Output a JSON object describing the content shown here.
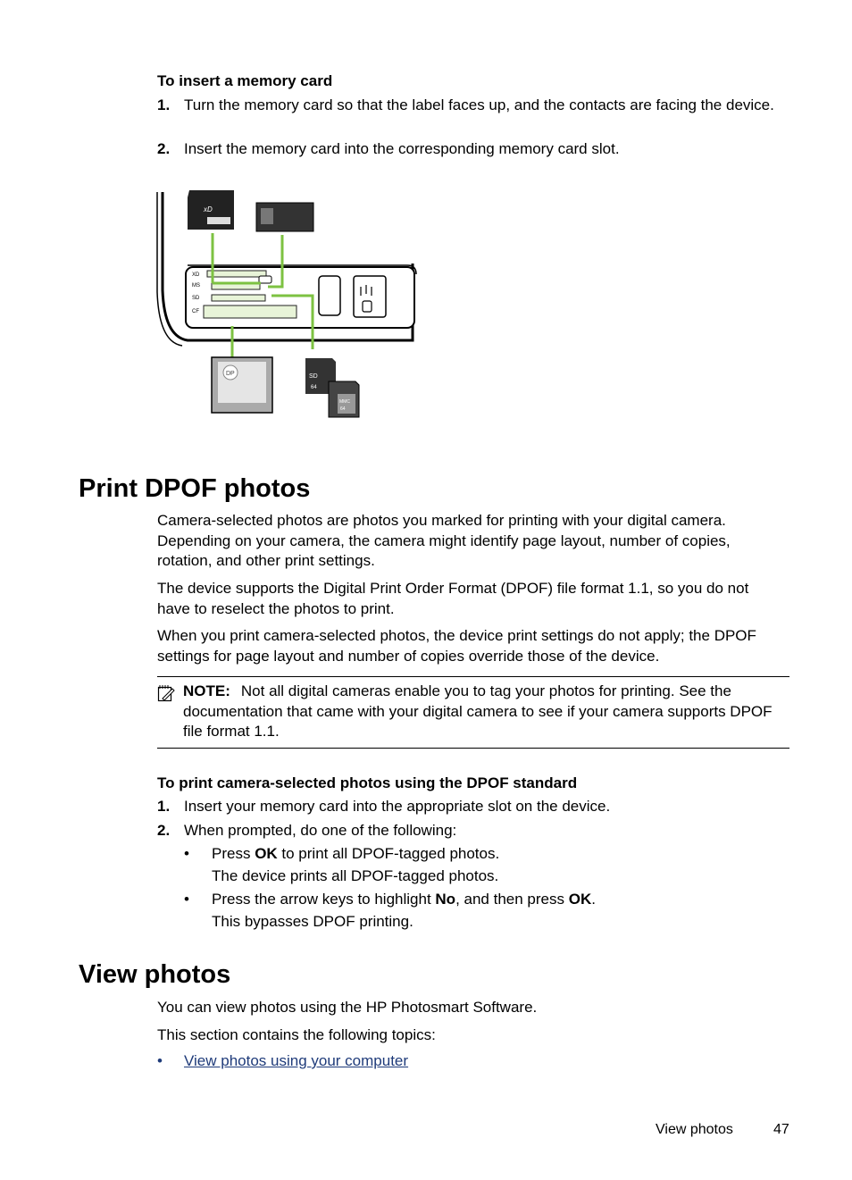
{
  "insert": {
    "title": "To insert a memory card",
    "steps": [
      {
        "num": "1.",
        "text": "Turn the memory card so that the label faces up, and the contacts are facing the device."
      },
      {
        "num": "2.",
        "text": "Insert the memory card into the corresponding memory card slot."
      }
    ]
  },
  "figure": {
    "slot_labels": [
      "XD",
      "MS",
      "SD",
      "CF"
    ],
    "card_labels": [
      "xD",
      "DP",
      "SD",
      "64",
      "MMC",
      "64"
    ],
    "accent_color": "#7dc242"
  },
  "dpof": {
    "heading": "Print DPOF photos",
    "paragraphs": [
      "Camera-selected photos are photos you marked for printing with your digital camera. Depending on your camera, the camera might identify page layout, number of copies, rotation, and other print settings.",
      "The device supports the Digital Print Order Format (DPOF) file format 1.1, so you do not have to reselect the photos to print.",
      "When you print camera-selected photos, the device print settings do not apply; the DPOF settings for page layout and number of copies override those of the device."
    ],
    "note": {
      "label": "NOTE:",
      "text": "Not all digital cameras enable you to tag your photos for printing. See the documentation that came with your digital camera to see if your camera supports DPOF file format 1.1."
    },
    "procedure": {
      "title": "To print camera-selected photos using the DPOF standard",
      "step1_num": "1.",
      "step1": "Insert your memory card into the appropriate slot on the device.",
      "step2_num": "2.",
      "step2": "When prompted, do one of the following:",
      "bullet": "•",
      "option1": {
        "pre": "Press ",
        "bold": "OK",
        "post": " to print all DPOF-tagged photos.",
        "result": "The device prints all DPOF-tagged photos."
      },
      "option2": {
        "pre": "Press the arrow keys to highlight ",
        "bold1": "No",
        "mid": ", and then press ",
        "bold2": "OK",
        "post": ".",
        "result": "This bypasses DPOF printing."
      }
    }
  },
  "view": {
    "heading": "View photos",
    "p1": "You can view photos using the HP Photosmart Software.",
    "p2": "This section contains the following topics:",
    "bullet": "•",
    "link": "View photos using your computer"
  },
  "footer": {
    "section": "View photos",
    "page": "47"
  }
}
